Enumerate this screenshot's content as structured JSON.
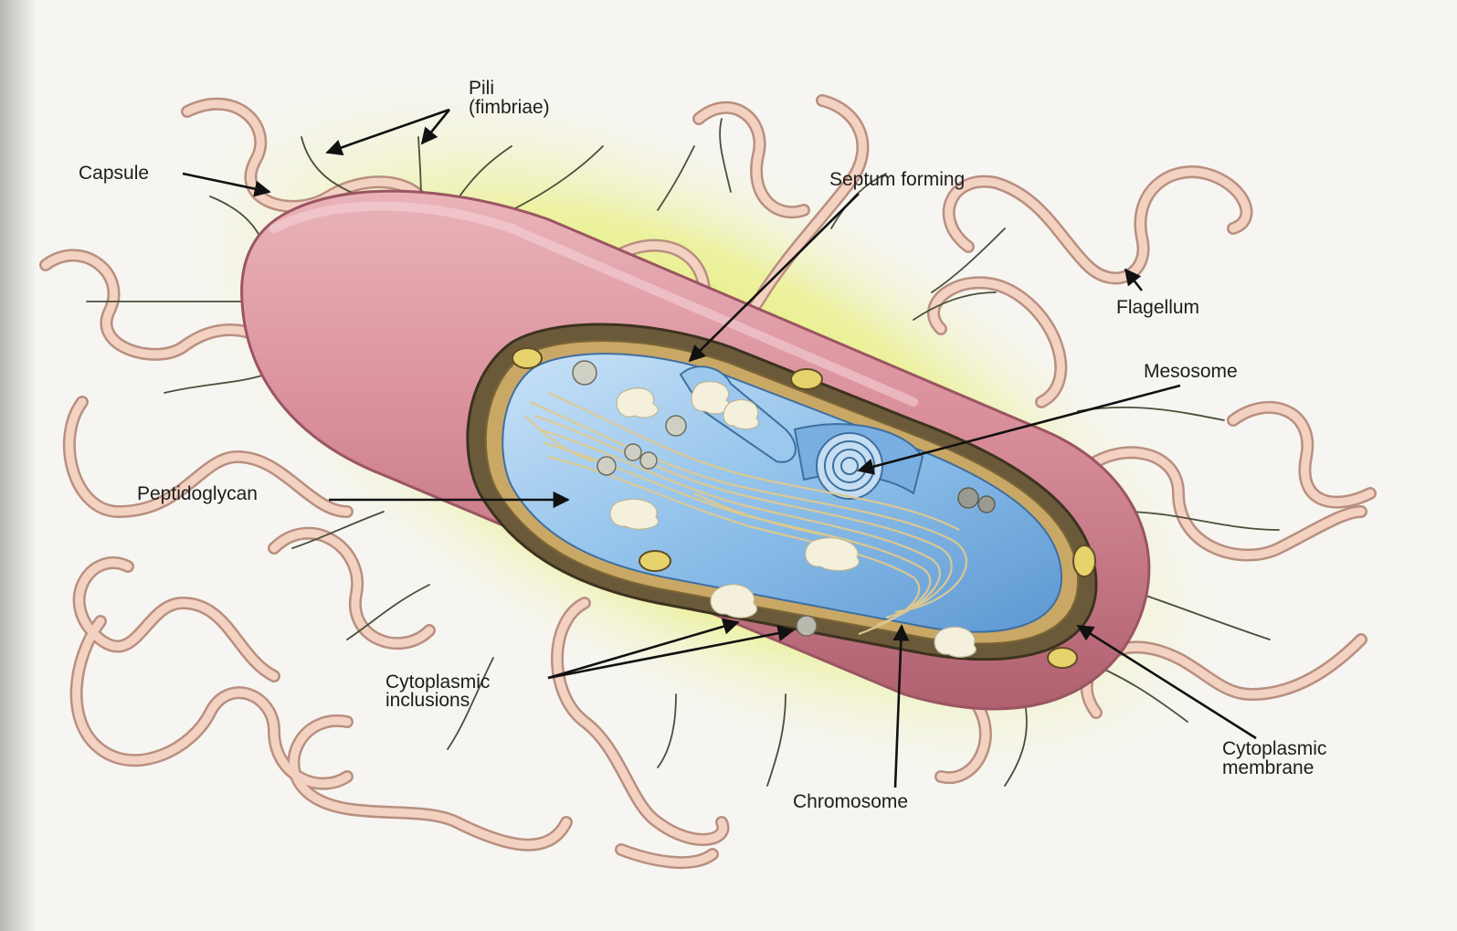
{
  "labels": {
    "pili": "Pili",
    "fimbriae": "(fimbriae)",
    "capsule": "Capsule",
    "septum_forming": "Septum forming",
    "flagellum": "Flagellum",
    "mesosome": "Mesosome",
    "peptidoglycan": "Peptidoglycan",
    "cytoplasmic_inclusions_line1": "Cytoplasmic",
    "cytoplasmic_inclusions_line2": "inclusions",
    "cytoplasmic_membrane_line1": "Cytoplasmic",
    "cytoplasmic_membrane_line2": "membrane",
    "chromosome": "Chromosome"
  },
  "colors": {
    "background": "#f6f5f1",
    "capsule_glow": "#e4ee6a",
    "cell_wall_pink": "#d98e9a",
    "cell_wall_dark": "#b86a78",
    "cytoplasm_blue": "#7fb4e6",
    "cytoplasm_light": "#b8d8f4",
    "chromosome": "#e0c98e",
    "flagellum": "#f3d2c2",
    "flagellum_edge": "#b98f80",
    "pilus": "#4b4f3a",
    "label_text": "#1d1d1d"
  }
}
